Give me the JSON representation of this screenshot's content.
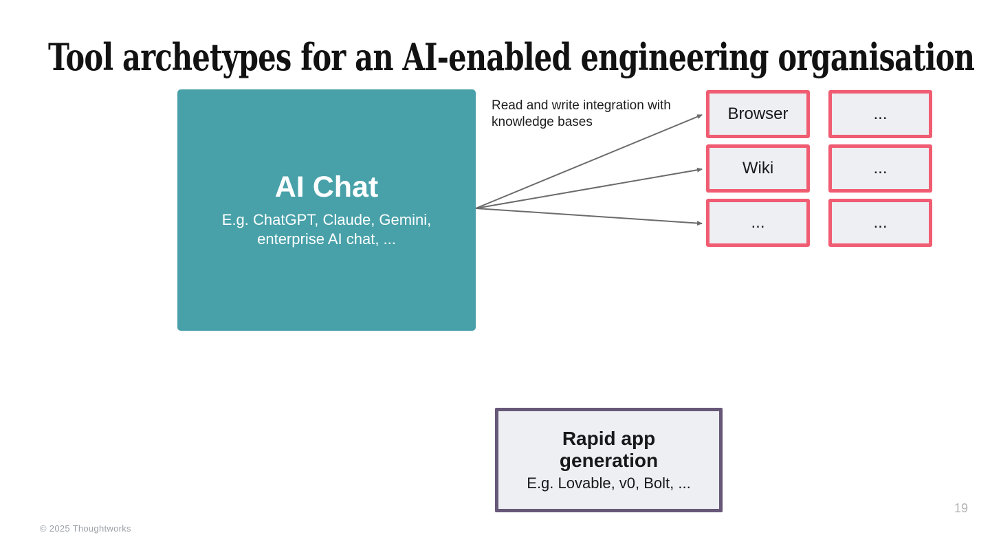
{
  "slide": {
    "title": "Tool archetypes for an AI-enabled engineering organisation",
    "footer": "© 2025 Thoughtworks",
    "page_number": "19"
  },
  "ai_chat": {
    "title": "AI Chat",
    "subtitle": "E.g. ChatGPT, Claude, Gemini, enterprise AI chat, ..."
  },
  "annotation": {
    "text": "Read and write integration with knowledge bases"
  },
  "knowledge_boxes": {
    "column1": [
      "Browser",
      "Wiki",
      "..."
    ],
    "column2": [
      "...",
      "...",
      "..."
    ]
  },
  "rapid_app": {
    "title": "Rapid app generation",
    "subtitle": "E.g. Lovable, v0, Bolt, ..."
  },
  "colors": {
    "teal_fill": "#48a1a9",
    "pink_border": "#f05c72",
    "purple_border": "#675778",
    "box_fill": "#edeff2",
    "arrow": "#6b6b6b",
    "title_text": "#121212"
  }
}
